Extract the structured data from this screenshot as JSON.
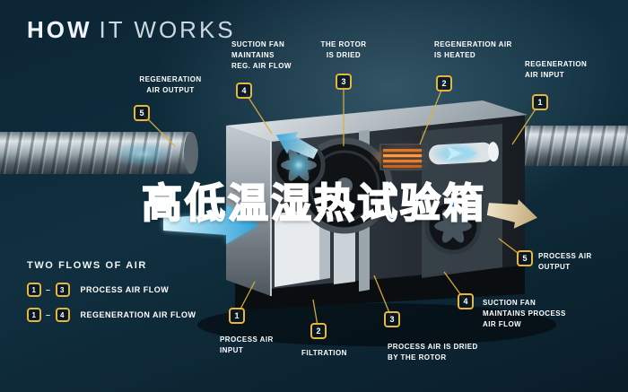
{
  "title": {
    "bold": "HOW",
    "rest": "IT WORKS"
  },
  "watermark": {
    "text": "高低温湿热试验箱"
  },
  "callouts": [
    {
      "num": "5",
      "label": "REGENERATION\nAIR OUTPUT"
    },
    {
      "num": "4",
      "label": "SUCTION FAN\nMAINTAINS\nREG. AIR FLOW"
    },
    {
      "num": "3",
      "label": "THE ROTOR\nIS DRIED"
    },
    {
      "num": "2",
      "label": "REGENERATION AIR\nIS HEATED"
    },
    {
      "num": "1",
      "label": "REGENERATION\nAIR INPUT"
    },
    {
      "num": "5",
      "label": "PROCESS AIR\nOUTPUT"
    },
    {
      "num": "4",
      "label": "SUCTION FAN\nMAINTAINS PROCESS\nAIR FLOW"
    },
    {
      "num": "3",
      "label": "PROCESS AIR IS DRIED\nBY THE ROTOR"
    },
    {
      "num": "2",
      "label": "FILTRATION"
    },
    {
      "num": "1",
      "label": "PROCESS AIR\nINPUT"
    }
  ],
  "legend": {
    "title": "TWO FLOWS OF AIR",
    "dash": "–",
    "rows": [
      {
        "from": "1",
        "to": "3",
        "label": "PROCESS AIR FLOW"
      },
      {
        "from": "1",
        "to": "4",
        "label": "REGENERATION AIR FLOW"
      }
    ]
  },
  "colors": {
    "accent_yellow": "#e6b63e",
    "watermark_blue": "#2e7fd2",
    "background": "#0c2433"
  }
}
